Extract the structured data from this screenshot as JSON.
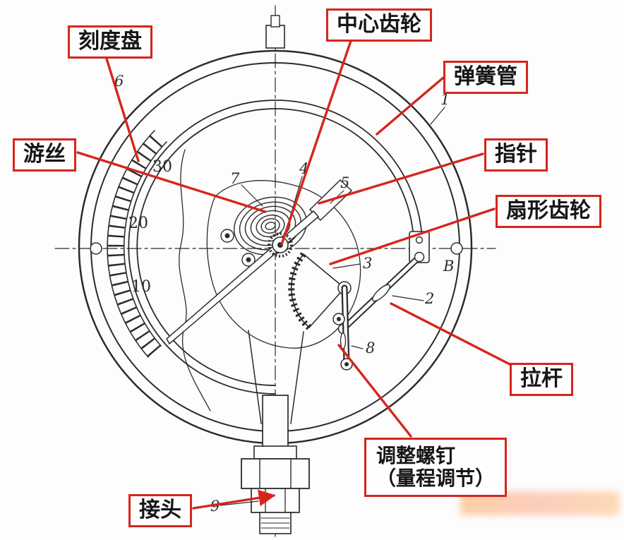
{
  "colors": {
    "callout_red": "#d6251d",
    "line_art": "#2b2b2b",
    "background": "#ffffff"
  },
  "callouts": {
    "dial": {
      "label": "刻度盘"
    },
    "center_gear": {
      "label": "中心齿轮"
    },
    "bourdon_tube": {
      "label": "弹簧管"
    },
    "hairspring": {
      "label": "游丝"
    },
    "pointer": {
      "label": "指针"
    },
    "sector_gear": {
      "label": "扇形齿轮"
    },
    "link_rod": {
      "label": "拉杆"
    },
    "adjusting_screw": {
      "label_line1": "调整螺钉",
      "label_line2": "（量程调节）"
    },
    "joint": {
      "label": "接头"
    }
  },
  "scale_numbers": {
    "n10": "10",
    "n20": "20",
    "n30": "30"
  },
  "part_numbers": {
    "p1": "1",
    "p2": "2",
    "p3": "3",
    "p4": "4",
    "p5": "5",
    "p6": "6",
    "p7": "7",
    "p8": "8",
    "p9": "9",
    "pB": "B"
  }
}
